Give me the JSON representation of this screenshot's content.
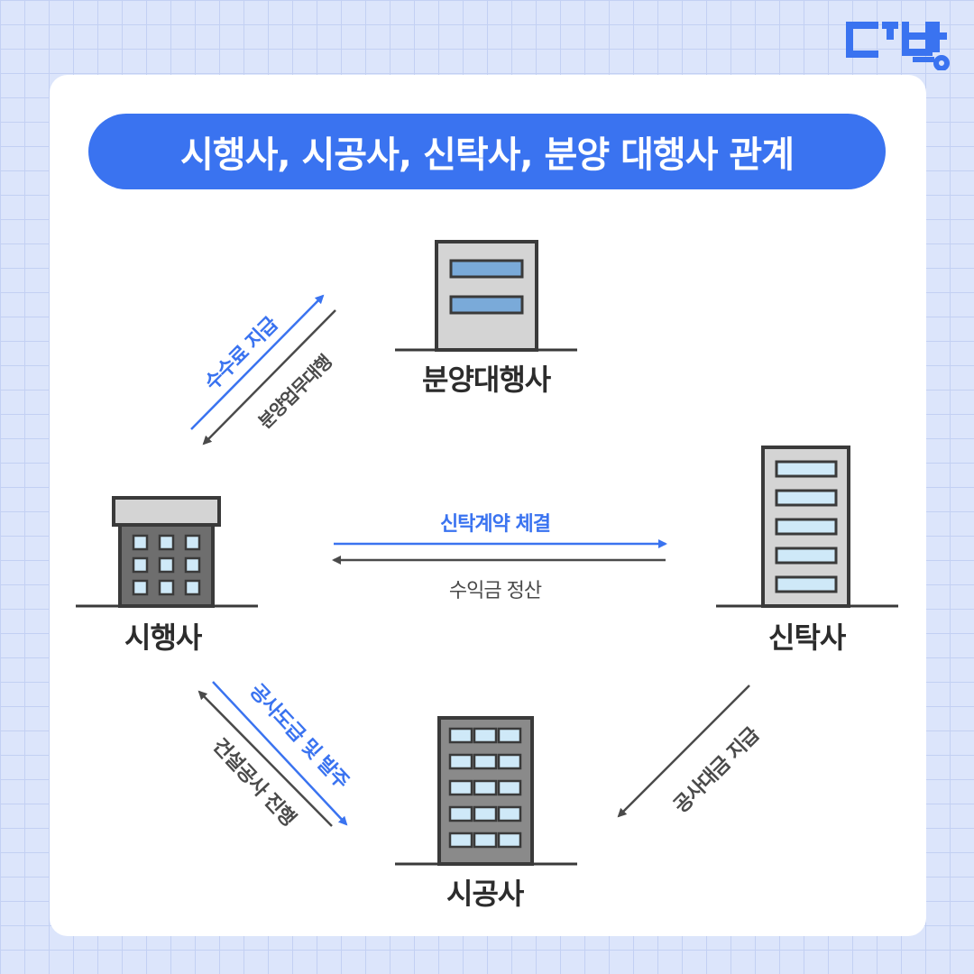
{
  "brand": {
    "logo_text": "다방"
  },
  "title": "시행사, 시공사, 신탁사, 분양 대행사 관계",
  "nodes": {
    "agency": "분양대행사",
    "developer": "시행사",
    "trust": "신탁사",
    "contractor": "시공사"
  },
  "arrows": {
    "fee_payment": "수수료 지급",
    "sales_agency": "분양업무대행",
    "trust_contract": "신탁계약 체결",
    "profit_settle": "수익금 정산",
    "contract_order": "공사도급 및 발주",
    "construction": "건설공사 진행",
    "construction_payment": "공사대금 지급"
  },
  "colors": {
    "accent": "#3a73f0",
    "dark_arrow": "#4a4a4a",
    "building_fill": "#d4d4d4",
    "window": "#cfe9f8",
    "outline": "#3a3a3a"
  }
}
